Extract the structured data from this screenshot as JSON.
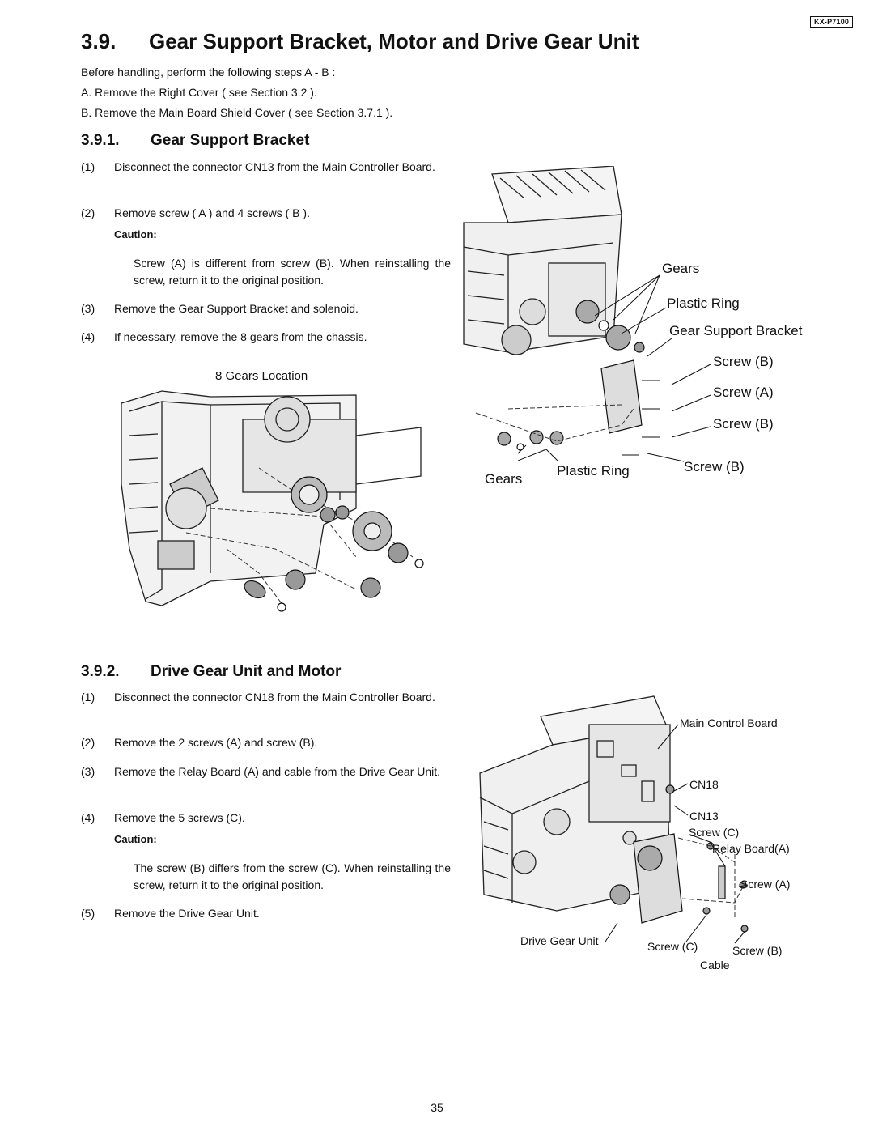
{
  "header": {
    "model": "KX-P7100"
  },
  "section": {
    "number": "3.9.",
    "title": "Gear Support Bracket, Motor and Drive Gear Unit",
    "intro": "Before handling, perform the following steps A - B :",
    "pre_steps": [
      "A. Remove the Right Cover ( see Section 3.2 ).",
      "B. Remove the Main Board Shield Cover ( see Section 3.7.1 )."
    ]
  },
  "sub1": {
    "number": "3.9.1.",
    "title": "Gear Support Bracket",
    "steps": [
      {
        "n": "(1)",
        "text": "Disconnect the connector CN13 from the Main Controller Board."
      },
      {
        "n": "(2)",
        "text": "Remove screw ( A ) and 4 screws ( B )."
      },
      {
        "n": "(3)",
        "text": "Remove the Gear Support Bracket and solenoid."
      },
      {
        "n": "(4)",
        "text": "If necessary, remove the 8 gears from the chassis."
      }
    ],
    "caution_label": "Caution:",
    "caution_text": "Screw (A) is different from screw (B). When reinstalling the screw, return it to the original position.",
    "fig_left_title": "8 Gears Location",
    "fig_right_labels": {
      "gears_top": "Gears",
      "plastic_ring_top": "Plastic Ring",
      "gear_support_bracket": "Gear Support Bracket",
      "screw_b1": "Screw (B)",
      "screw_a": "Screw (A)",
      "screw_b2": "Screw (B)",
      "screw_b3": "Screw (B)",
      "gears_bottom": "Gears",
      "plastic_ring_bottom": "Plastic Ring"
    }
  },
  "sub2": {
    "number": "3.9.2.",
    "title": "Drive Gear Unit and Motor",
    "steps": [
      {
        "n": "(1)",
        "text": "Disconnect the connector CN18 from the Main Controller Board."
      },
      {
        "n": "(2)",
        "text": "Remove the 2 screws (A) and screw (B)."
      },
      {
        "n": "(3)",
        "text": "Remove the Relay Board (A) and cable from the Drive Gear Unit."
      },
      {
        "n": "(4)",
        "text": "Remove the 5 screws (C)."
      },
      {
        "n": "(5)",
        "text": "Remove the Drive Gear Unit."
      }
    ],
    "caution_label": "Caution:",
    "caution_text": "The screw (B) differs from the screw (C). When reinstalling the screw, return it to the original position.",
    "fig_labels": {
      "main_control_board": "Main Control Board",
      "cn18": "CN18",
      "cn13": "CN13",
      "screw_c_top": "Screw (C)",
      "relay_board": "Relay Board(A)",
      "screw_a": "Screw (A)",
      "drive_gear_unit": "Drive Gear Unit",
      "screw_c_bottom": "Screw (C)",
      "screw_b": "Screw (B)",
      "cable": "Cable"
    }
  },
  "footer": {
    "page": "35"
  }
}
